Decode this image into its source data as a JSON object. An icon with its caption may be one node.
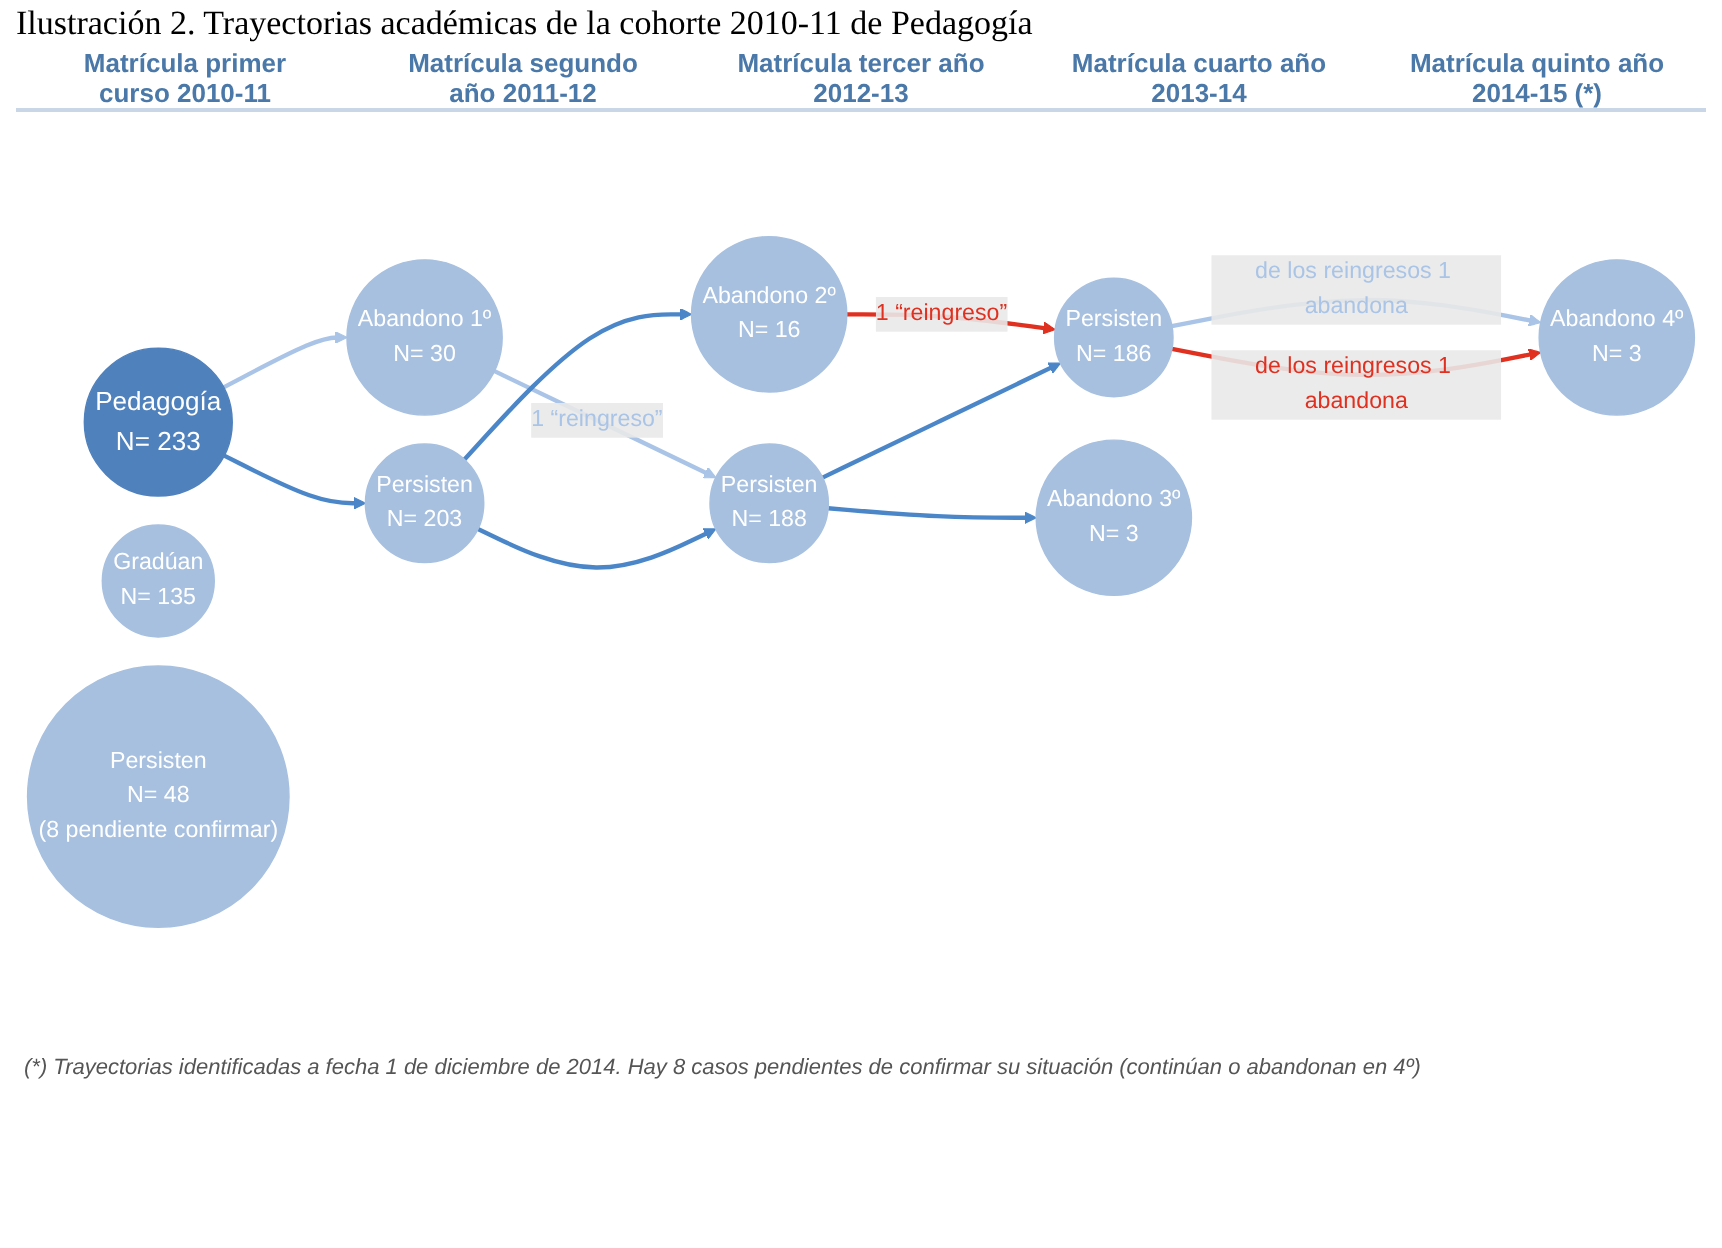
{
  "diagram": {
    "title": "Ilustración 2. Trayectorias académicas de la cohorte 2010-11 de Pedagogía",
    "caption": "(*) Trayectorias identificadas a fecha 1 de diciembre de 2014. Hay 8 casos pendientes de confirmar su situación (continúan o abandonan en 4º)",
    "nodes": [
      {
        "text": [
          "Pedagogía",
          "N= 233"
        ]
      },
      {
        "text": [
          "Persisten",
          "N= 203"
        ]
      },
      {
        "text": [
          "Abandono 1º",
          "N= 30"
        ]
      },
      {
        "text": [
          "Persisten",
          "N= 188"
        ]
      },
      {
        "text": [
          "Abandono 2º",
          "N= 16"
        ]
      },
      {
        "text": [
          "Persisten",
          "N= 186"
        ]
      },
      {
        "text": [
          "Abandono 3º",
          "N= 3"
        ]
      },
      {
        "text": [
          "Gradúan",
          "N= 135"
        ]
      },
      {
        "text": [
          "Persisten",
          "N= 48",
          "(8 pendiente confirmar)"
        ]
      },
      {
        "text": [
          "Abandono 4º",
          "N= 3"
        ]
      }
    ],
    "edges": [
      {
        "from": 0,
        "to": 1,
        "arrow": "to"
      },
      {
        "from": 0,
        "to": 2,
        "arrow": "to",
        "color": "#a9c4e6"
      },
      {
        "from": 1,
        "to": 3,
        "arrow": "to"
      },
      {
        "from": 2,
        "to": 3,
        "arrow": "to",
        "label": "1 “reingreso”",
        "color": "#a9c4e6"
      },
      {
        "from": 1,
        "to": 4,
        "arrow": "to"
      },
      {
        "from": 3,
        "to": 5,
        "arrow": "to"
      },
      {
        "from": 3,
        "to": 6,
        "arrow": "to"
      },
      {
        "from": 4,
        "to": 5,
        "arrow": "to",
        "label": "1 “reingreso”",
        "color": "#e03020"
      },
      {
        "from": 5,
        "to": 9,
        "arrow": "to",
        "label": "de los reingresos 1 abandona",
        "color": "#e03020"
      },
      {
        "from": 5,
        "to": 9,
        "arrow": "to",
        "label": "de los reingresos 1 abandona",
        "color": "#a9c4e6"
      }
    ],
    "labels": [
      "Matrícula primer curso 2010-11",
      "Matrícula segundo año 2011-12",
      "Matrícula tercer año 2012-13",
      "Matrícula cuarto año 2013-14",
      "Matrícula quinto año 2014-15 (*)"
    ]
  }
}
